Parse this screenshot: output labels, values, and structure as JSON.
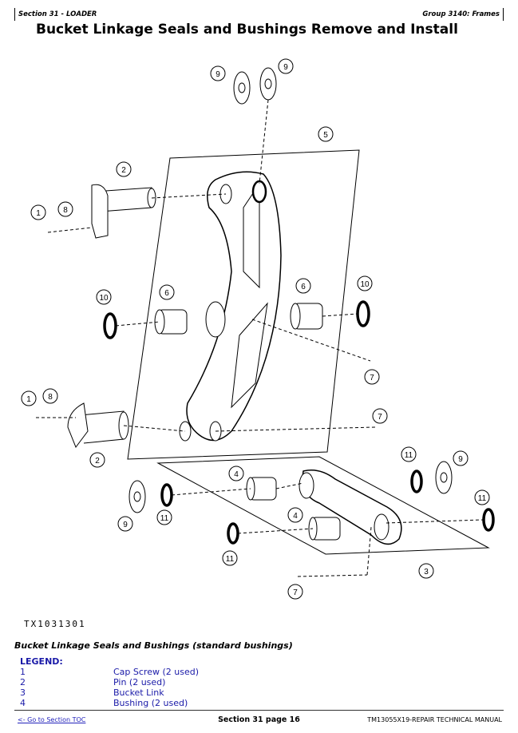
{
  "header": {
    "section": "Section 31 - LOADER",
    "group": "Group 3140: Frames"
  },
  "title": "Bucket Linkage Seals and Bushings Remove and Install",
  "figure": {
    "id": "TX1031301",
    "callouts": [
      "9",
      "9",
      "5",
      "2",
      "1",
      "8",
      "10",
      "6",
      "6",
      "10",
      "7",
      "1",
      "8",
      "7",
      "2",
      "4",
      "11",
      "9",
      "9",
      "11",
      "11",
      "4",
      "11",
      "3",
      "7"
    ]
  },
  "caption": "Bucket Linkage Seals and Bushings (standard bushings)",
  "legend": {
    "title": "LEGEND:",
    "items": [
      {
        "num": "1",
        "label": "Cap Screw (2 used)"
      },
      {
        "num": "2",
        "label": "Pin (2 used)"
      },
      {
        "num": "3",
        "label": "Bucket Link"
      },
      {
        "num": "4",
        "label": "Bushing (2 used)"
      }
    ]
  },
  "footer": {
    "toc_link": "<- Go to Section TOC",
    "page": "Section 31 page 16",
    "manual": "TM13055X19-REPAIR TECHNICAL MANUAL"
  }
}
